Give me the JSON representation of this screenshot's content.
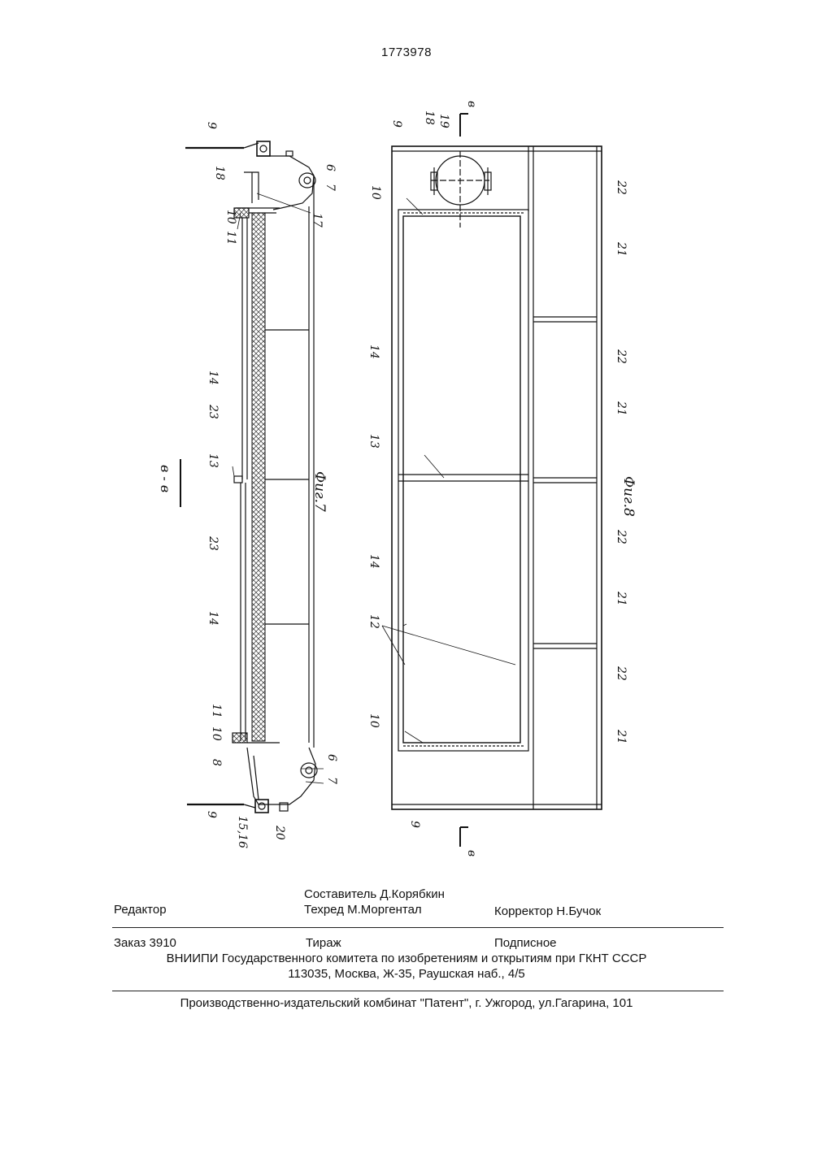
{
  "header": {
    "patent_number": "1773978"
  },
  "figure_7": {
    "section_label": "в - в",
    "caption": "Фиг.7",
    "callouts": [
      "9",
      "18",
      "17",
      "6",
      "7",
      "10",
      "11",
      "14",
      "23",
      "13",
      "23",
      "14",
      "11",
      "10",
      "8",
      "6",
      "7",
      "9",
      "15,16",
      "20"
    ]
  },
  "figure_8": {
    "caption": "Фиг.8",
    "section_mark": "в",
    "callouts": [
      "9",
      "18",
      "19",
      "10",
      "22",
      "21",
      "14",
      "22",
      "21",
      "13",
      "14",
      "22",
      "21",
      "12",
      "22",
      "21",
      "10",
      "9"
    ]
  },
  "imprint": {
    "editor_label": "Редактор",
    "compiler": "Составитель  Д.Корябкин",
    "techred": "Техред М.Моргентал",
    "corrector": "Корректор  Н.Бучок",
    "order": "Заказ  3910",
    "circulation": "Тираж",
    "subscription": "Подписное",
    "org_line": "ВНИИПИ Государственного комитета по изобретениям и открытиям при ГКНТ СССР",
    "address": "113035, Москва, Ж-35, Раушская наб., 4/5",
    "printer": "Производственно-издательский комбинат \"Патент\", г. Ужгород, ул.Гагарина, 101"
  },
  "colors": {
    "ink": "#111111",
    "hatch": "#333333",
    "paper": "#ffffff"
  }
}
